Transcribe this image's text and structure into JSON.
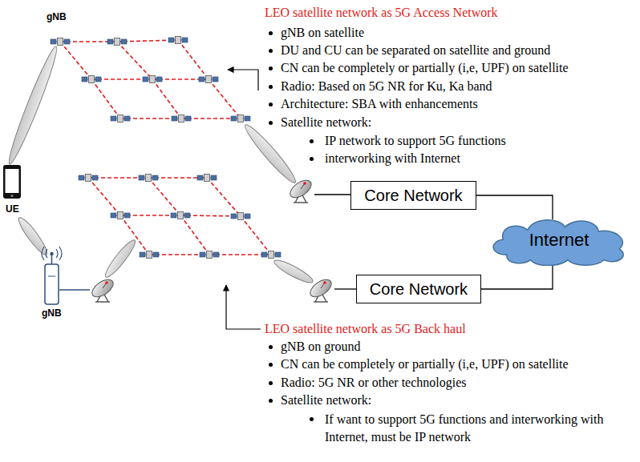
{
  "diagram": {
    "nodes": [
      {
        "text": [
          "Core Network"
        ]
      },
      {
        "text": [
          "Core Network"
        ]
      },
      {
        "text": [
          "Internet"
        ]
      }
    ],
    "edges": [
      {
        "from": 0,
        "to": 2,
        "arrow": "none"
      },
      {
        "from": 1,
        "to": 2,
        "arrow": "none"
      }
    ],
    "labels": [
      "gNB",
      "LEO satellite network as 5G Access Network",
      "gNB on satellite",
      "DU and CU can be separated on satellite and ground",
      "CN can be completely or partially (i,e, UPF) on satellite",
      "Radio: Based on 5G NR for Ku, Ka band",
      "Architecture: SBA with enhancements",
      "Satellite network:",
      "IP network to support 5G functions",
      "interworking with Internet",
      "UE",
      "gNB",
      "LEO satellite network as 5G Back haul",
      "gNB on ground",
      "CN can be completely or partially (i,e, UPF) on satellite",
      "Radio: 5G NR or other technologies",
      "Satellite network:",
      "If want to support 5G functions and interworking with Internet, must be IP network"
    ]
  }
}
